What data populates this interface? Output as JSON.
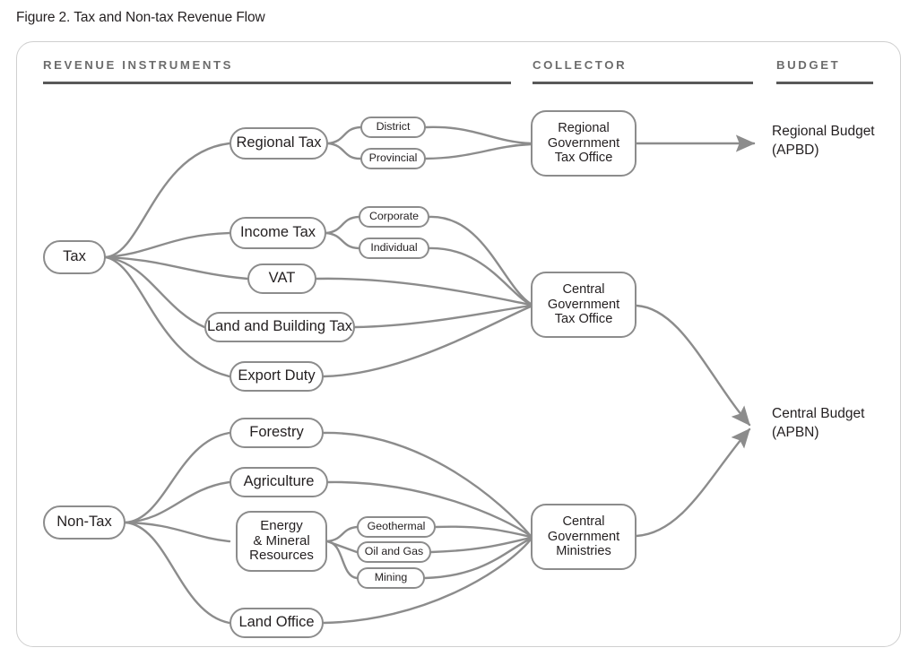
{
  "figure": {
    "title": "Figure 2. Tax and Non-tax Revenue Flow"
  },
  "columns": [
    {
      "id": "revenue-instruments",
      "label": "REVENUE INSTRUMENTS"
    },
    {
      "id": "collector",
      "label": "COLLECTOR"
    },
    {
      "id": "budget",
      "label": "BUDGET"
    }
  ],
  "nodes": {
    "tax": "Tax",
    "non_tax": "Non-Tax",
    "regional_tax": "Regional Tax",
    "district": "District",
    "provincial": "Provincial",
    "income_tax": "Income Tax",
    "corporate": "Corporate",
    "individual": "Individual",
    "vat": "VAT",
    "land_building_tax": "Land and Building Tax",
    "export_duty": "Export Duty",
    "forestry": "Forestry",
    "agriculture": "Agriculture",
    "energy_mineral": "Energy\n& Mineral\nResources",
    "energy_mineral_l1": "Energy",
    "energy_mineral_l2": "& Mineral",
    "energy_mineral_l3": "Resources",
    "geothermal": "Geothermal",
    "oil_and_gas": "Oil and Gas",
    "mining": "Mining",
    "land_office": "Land Office",
    "regional_gov_tax_office_l1": "Regional",
    "regional_gov_tax_office_l2": "Government",
    "regional_gov_tax_office_l3": "Tax Office",
    "central_gov_tax_office_l1": "Central",
    "central_gov_tax_office_l2": "Government",
    "central_gov_tax_office_l3": "Tax Office",
    "central_gov_ministries_l1": "Central",
    "central_gov_ministries_l2": "Government",
    "central_gov_ministries_l3": "Ministries"
  },
  "budgets": {
    "regional_line1": "Regional Budget",
    "regional_line2": "(APBD)",
    "central_line1": "Central Budget",
    "central_line2": "(APBN)"
  },
  "colors": {
    "edge": "#8c8c8c",
    "node_border": "#8c8c8c",
    "node_fill": "#ffffff",
    "text": "#231f20",
    "header_text": "#6c6c6c",
    "header_rule": "#595959",
    "frame_border": "#cfcfcf",
    "page_background": "#ffffff"
  },
  "chart_data": {
    "type": "diagram",
    "title": "Figure 2. Tax and Non-tax Revenue Flow",
    "diagram_kind": "flow / tree",
    "columns": [
      "REVENUE INSTRUMENTS",
      "COLLECTOR",
      "BUDGET"
    ],
    "edges": [
      {
        "from": "Tax",
        "to": "Regional Tax"
      },
      {
        "from": "Tax",
        "to": "Income Tax"
      },
      {
        "from": "Tax",
        "to": "VAT"
      },
      {
        "from": "Tax",
        "to": "Land and Building Tax"
      },
      {
        "from": "Tax",
        "to": "Export Duty"
      },
      {
        "from": "Regional Tax",
        "to": "District"
      },
      {
        "from": "Regional Tax",
        "to": "Provincial"
      },
      {
        "from": "District",
        "to": "Regional Government Tax Office"
      },
      {
        "from": "Provincial",
        "to": "Regional Government Tax Office"
      },
      {
        "from": "Income Tax",
        "to": "Corporate"
      },
      {
        "from": "Income Tax",
        "to": "Individual"
      },
      {
        "from": "Corporate",
        "to": "Central Government Tax Office"
      },
      {
        "from": "Individual",
        "to": "Central Government Tax Office"
      },
      {
        "from": "VAT",
        "to": "Central Government Tax Office"
      },
      {
        "from": "Land and Building Tax",
        "to": "Central Government Tax Office"
      },
      {
        "from": "Export Duty",
        "to": "Central Government Tax Office"
      },
      {
        "from": "Non-Tax",
        "to": "Forestry"
      },
      {
        "from": "Non-Tax",
        "to": "Agriculture"
      },
      {
        "from": "Non-Tax",
        "to": "Energy & Mineral Resources"
      },
      {
        "from": "Non-Tax",
        "to": "Land Office"
      },
      {
        "from": "Energy & Mineral Resources",
        "to": "Geothermal"
      },
      {
        "from": "Energy & Mineral Resources",
        "to": "Oil and Gas"
      },
      {
        "from": "Energy & Mineral Resources",
        "to": "Mining"
      },
      {
        "from": "Forestry",
        "to": "Central Government Ministries"
      },
      {
        "from": "Agriculture",
        "to": "Central Government Ministries"
      },
      {
        "from": "Geothermal",
        "to": "Central Government Ministries"
      },
      {
        "from": "Oil and Gas",
        "to": "Central Government Ministries"
      },
      {
        "from": "Mining",
        "to": "Central Government Ministries"
      },
      {
        "from": "Land Office",
        "to": "Central Government Ministries"
      },
      {
        "from": "Regional Government Tax Office",
        "to": "Regional Budget (APBD)",
        "arrow": true
      },
      {
        "from": "Central Government Tax Office",
        "to": "Central Budget (APBN)",
        "arrow": true
      },
      {
        "from": "Central Government Ministries",
        "to": "Central Budget (APBN)",
        "arrow": true
      }
    ]
  }
}
